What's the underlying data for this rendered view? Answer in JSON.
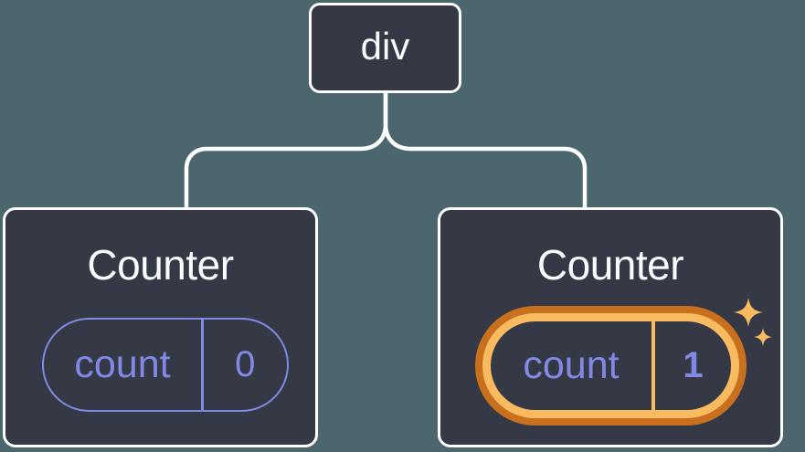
{
  "diagram": {
    "description": "React component tree showing a div root with two Counter children; the second Counter's state is highlighted",
    "colors": {
      "background": "#4C666E",
      "node_fill": "#343945",
      "node_border": "#FFFFFF",
      "connector": "#FFFFFF",
      "state_accent": "#8289E4",
      "highlight_outer": "#C9701E",
      "highlight_inner": "#F9BA60",
      "sparkle": "#F9BA60"
    },
    "root": {
      "label": "div"
    },
    "children": [
      {
        "title": "Counter",
        "highlighted": false,
        "state": {
          "key": "count",
          "value": "0"
        }
      },
      {
        "title": "Counter",
        "highlighted": true,
        "state": {
          "key": "count",
          "value": "1"
        }
      }
    ]
  }
}
